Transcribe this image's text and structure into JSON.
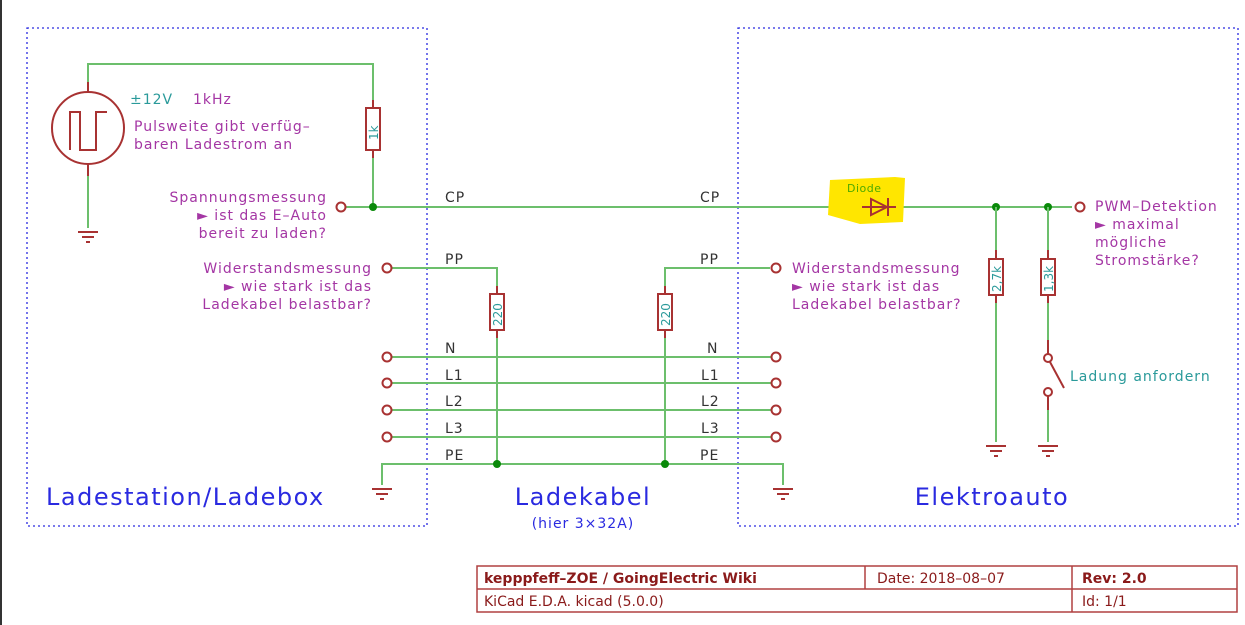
{
  "colors": {
    "wire": "#6cbf6c",
    "component": "#a83232",
    "junction": "#0a8a0a",
    "note": "#a436a4",
    "value": "#2a9a9a",
    "sheet_label": "#2a2ae0",
    "highlight": "#ffe600"
  },
  "source": {
    "amplitude": "±12V",
    "frequency": "1kHz",
    "note_line1": "Pulsweite gibt verfüg–",
    "note_line2": "baren Ladestrom an"
  },
  "resistors": {
    "r_cp": "1k",
    "r_pp_left": "220",
    "r_pp_right": "220",
    "r_car1": "2,7k",
    "r_car2": "1,3k"
  },
  "diode_label": "Diode",
  "station": {
    "title": "Ladestation/Ladebox",
    "cp_note": [
      "Spannungsmessung",
      "► ist das E–Auto",
      "bereit zu laden?"
    ],
    "pp_note": [
      "Widerstandsmessung",
      "► wie stark ist das",
      "Ladekabel belastbar?"
    ]
  },
  "cable": {
    "title": "Ladekabel",
    "subtitle": "(hier 3×32A)",
    "nets": [
      "CP",
      "PP",
      "N",
      "L1",
      "L2",
      "L3",
      "PE"
    ]
  },
  "car": {
    "title": "Elektroauto",
    "pp_note": [
      "Widerstandsmessung",
      "► wie stark ist das",
      "Ladekabel belastbar?"
    ],
    "pwm_note": [
      "PWM–Detektion",
      "► maximal",
      "mögliche",
      "Stromstärke?"
    ],
    "switch_label": "Ladung anfordern"
  },
  "title_block": {
    "title": "kepppfeff–ZOE / GoingElectric Wiki",
    "date": "Date: 2018–08–07",
    "rev": "Rev: 2.0",
    "tool": "KiCad E.D.A.  kicad (5.0.0)",
    "id": "Id: 1/1"
  }
}
